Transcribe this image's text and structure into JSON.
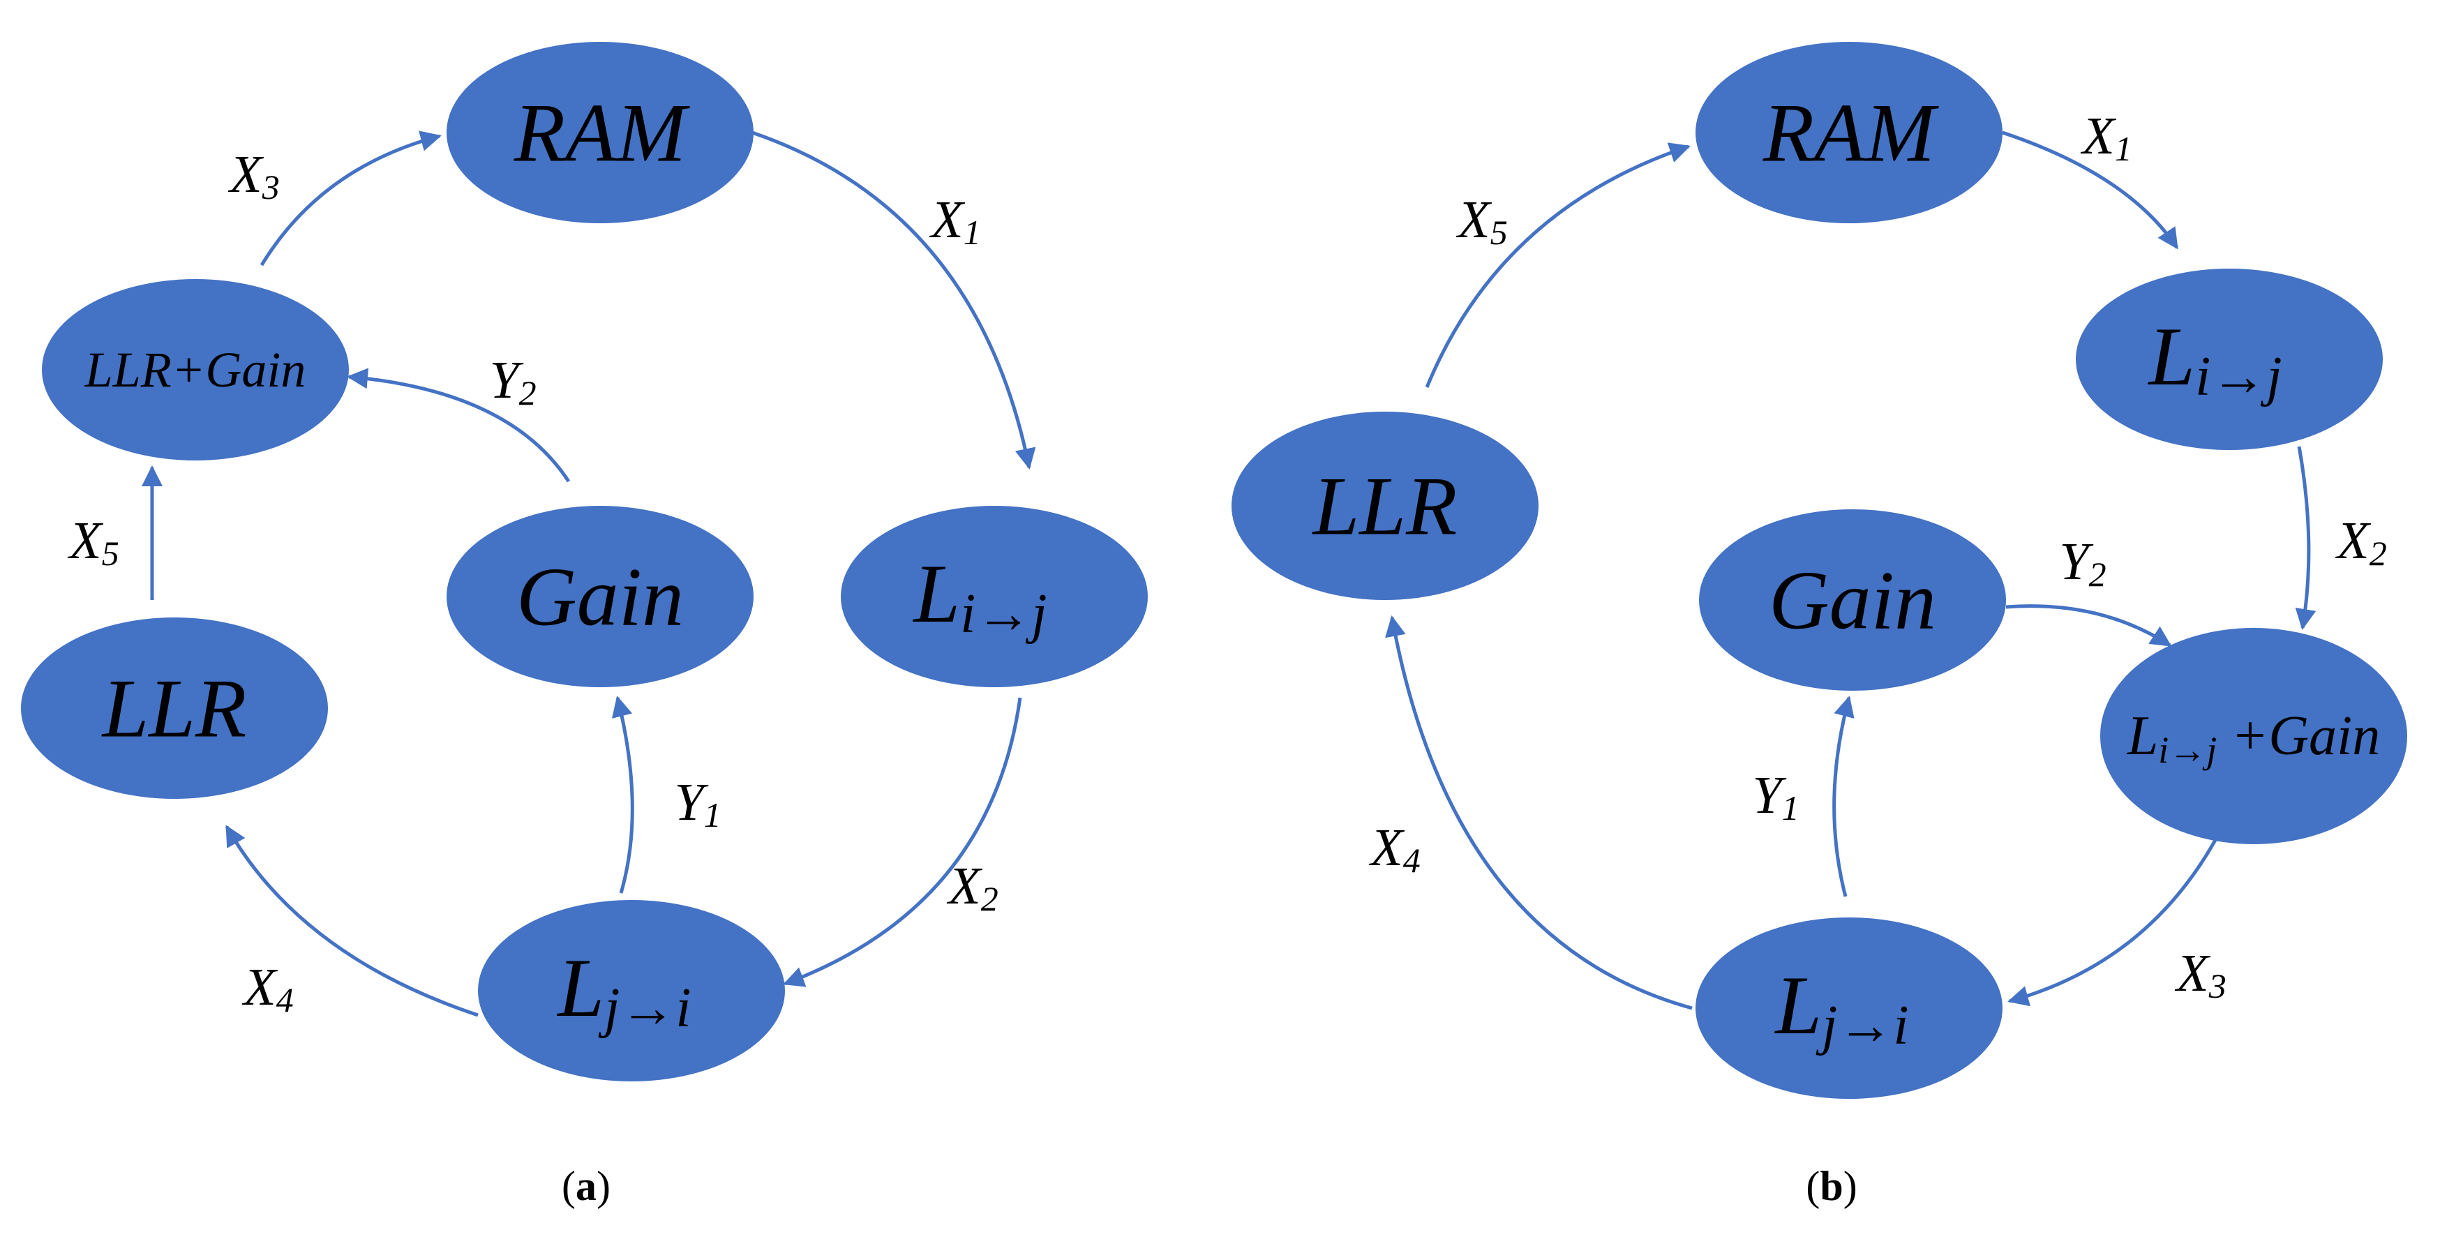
{
  "colors": {
    "node": "#4472C4",
    "edge": "#4472C4",
    "text": "#000000",
    "background": "#ffffff"
  },
  "diagram_a": {
    "caption_letter": "a",
    "nodes": {
      "ram": "RAM",
      "llr_gain": "LLR+Gain",
      "gain": "Gain",
      "l_ij": {
        "main": "L",
        "sub": "i→j"
      },
      "llr": "LLR",
      "l_ji": {
        "main": "L",
        "sub": "j→i"
      }
    },
    "edges": {
      "x1": {
        "main": "X",
        "sub": "1"
      },
      "x2": {
        "main": "X",
        "sub": "2"
      },
      "x3": {
        "main": "X",
        "sub": "3"
      },
      "x4": {
        "main": "X",
        "sub": "4"
      },
      "x5": {
        "main": "X",
        "sub": "5"
      },
      "y1": {
        "main": "Y",
        "sub": "1"
      },
      "y2": {
        "main": "Y",
        "sub": "2"
      }
    }
  },
  "diagram_b": {
    "caption_letter": "b",
    "nodes": {
      "ram": "RAM",
      "l_ij": {
        "main": "L",
        "sub": "i→j"
      },
      "llr": "LLR",
      "gain": "Gain",
      "l_ij_gain": {
        "main": "L",
        "sub": "i→j",
        "suffix": " +Gain"
      },
      "l_ji": {
        "main": "L",
        "sub": "j→i"
      }
    },
    "edges": {
      "x1": {
        "main": "X",
        "sub": "1"
      },
      "x2": {
        "main": "X",
        "sub": "2"
      },
      "x3": {
        "main": "X",
        "sub": "3"
      },
      "x4": {
        "main": "X",
        "sub": "4"
      },
      "x5": {
        "main": "X",
        "sub": "5"
      },
      "y1": {
        "main": "Y",
        "sub": "1"
      },
      "y2": {
        "main": "Y",
        "sub": "2"
      }
    }
  }
}
